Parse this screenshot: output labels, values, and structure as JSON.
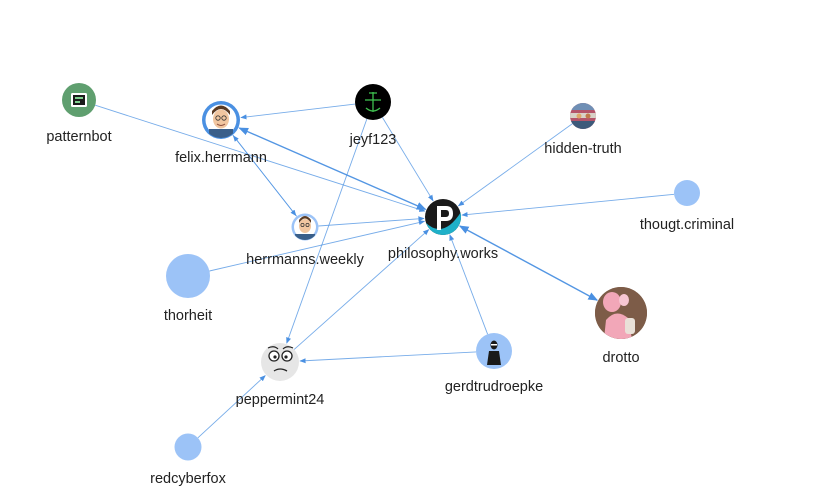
{
  "colors": {
    "edge": "#4a90e2",
    "node_default": "#9cc3f7",
    "label": "#222222"
  },
  "nodes": [
    {
      "id": "patternbot",
      "label": "patternbot",
      "icon": "robot-chip-avatar",
      "fill": "#5f9f6f"
    },
    {
      "id": "felix",
      "label": "felix.herrmann",
      "icon": "cartoon-man-avatar",
      "fill": "#4a90e2"
    },
    {
      "id": "jeyf",
      "label": "jeyf123",
      "icon": "green-symbol-avatar",
      "fill": "#000000"
    },
    {
      "id": "hidden",
      "label": "hidden-truth",
      "icon": "scene-photo-avatar",
      "fill": "#b5546a"
    },
    {
      "id": "herrmanns",
      "label": "herrmanns.weekly",
      "icon": "cartoon-man-avatar",
      "fill": "#9cc3f7"
    },
    {
      "id": "philo",
      "label": "philosophy.works",
      "icon": "letter-p-logo-avatar",
      "fill": "#1a1a1a"
    },
    {
      "id": "thougt",
      "label": "thougt.criminal",
      "icon": "",
      "fill": "#9cc3f7"
    },
    {
      "id": "thorheit",
      "label": "thorheit",
      "icon": "",
      "fill": "#9cc3f7"
    },
    {
      "id": "drotto",
      "label": "drotto",
      "icon": "pink-figure-photo-avatar",
      "fill": "#8a6a55"
    },
    {
      "id": "peppermint",
      "label": "peppermint24",
      "icon": "worried-face-avatar",
      "fill": "#e6e6e6"
    },
    {
      "id": "gerd",
      "label": "gerdtrudroepke",
      "icon": "masked-person-avatar",
      "fill": "#9cc3f7"
    },
    {
      "id": "redcyber",
      "label": "redcyberfox",
      "icon": "",
      "fill": "#9cc3f7"
    }
  ],
  "edges": [
    {
      "source": "patternbot",
      "target": "philo"
    },
    {
      "source": "jeyf",
      "target": "felix"
    },
    {
      "source": "jeyf",
      "target": "philo"
    },
    {
      "source": "jeyf",
      "target": "peppermint"
    },
    {
      "source": "felix",
      "target": "philo",
      "bidirectional": true
    },
    {
      "source": "felix",
      "target": "herrmanns"
    },
    {
      "source": "herrmanns",
      "target": "felix"
    },
    {
      "source": "herrmanns",
      "target": "philo"
    },
    {
      "source": "hidden",
      "target": "philo"
    },
    {
      "source": "thougt",
      "target": "philo"
    },
    {
      "source": "thorheit",
      "target": "philo"
    },
    {
      "source": "philo",
      "target": "drotto",
      "bidirectional": true
    },
    {
      "source": "gerd",
      "target": "philo"
    },
    {
      "source": "gerd",
      "target": "peppermint"
    },
    {
      "source": "peppermint",
      "target": "philo"
    },
    {
      "source": "redcyber",
      "target": "peppermint"
    }
  ]
}
